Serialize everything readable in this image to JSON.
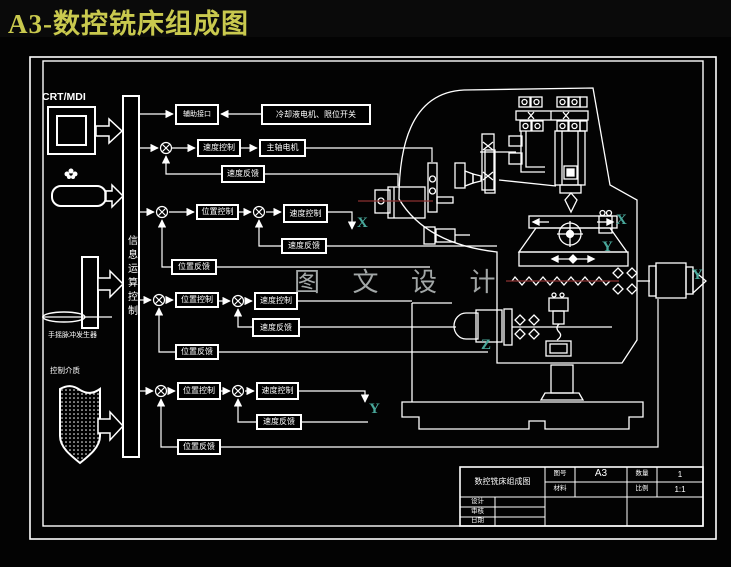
{
  "page_title": "A3-数控铣床组成图",
  "watermark": "图 文 设 计",
  "input_devices": {
    "crt_mdi": "CRT/MDI",
    "handwheel": "手摇脉冲发生器",
    "control_medium": "控制介质"
  },
  "controller": {
    "bus": "信息运算控制"
  },
  "aux_chain": {
    "interface": "辅助接口",
    "actuators": "冷却液电机、限位开关"
  },
  "spindle_chain": {
    "speed_control": "速度控制",
    "motor": "主轴电机",
    "speed_feedback": "速度反馈"
  },
  "axis_chains": [
    {
      "axis": "X",
      "position_control": "位置控制",
      "speed_control": "速度控制",
      "speed_feedback": "速度反馈",
      "position_feedback": "位置反馈"
    },
    {
      "axis": "Z",
      "position_control": "位置控制",
      "speed_control": "速度控制",
      "speed_feedback": "速度反馈",
      "position_feedback": "位置反馈"
    },
    {
      "axis": "Y",
      "position_control": "位置控制",
      "speed_control": "速度控制",
      "speed_feedback": "速度反馈",
      "position_feedback": "位置反馈"
    }
  ],
  "machine_labels": {
    "table_x": "X",
    "table_y": "Y",
    "y_motor": "Y",
    "z_motor": "Z"
  },
  "title_block": {
    "drawing_title": "数控铣床组成图",
    "fields": [
      {
        "label": "图号",
        "value": "A3"
      },
      {
        "label": "材料",
        "value": ""
      },
      {
        "label": "数量",
        "value": "1"
      },
      {
        "label": "比例",
        "value": "1:1"
      }
    ],
    "sign_rows": [
      {
        "label": "设计"
      },
      {
        "label": "审核"
      },
      {
        "label": "日期"
      }
    ]
  },
  "colors": {
    "title": "#c9c94e",
    "axis": "#48a79a",
    "red": "#8b3030",
    "line": "#ffffff"
  }
}
